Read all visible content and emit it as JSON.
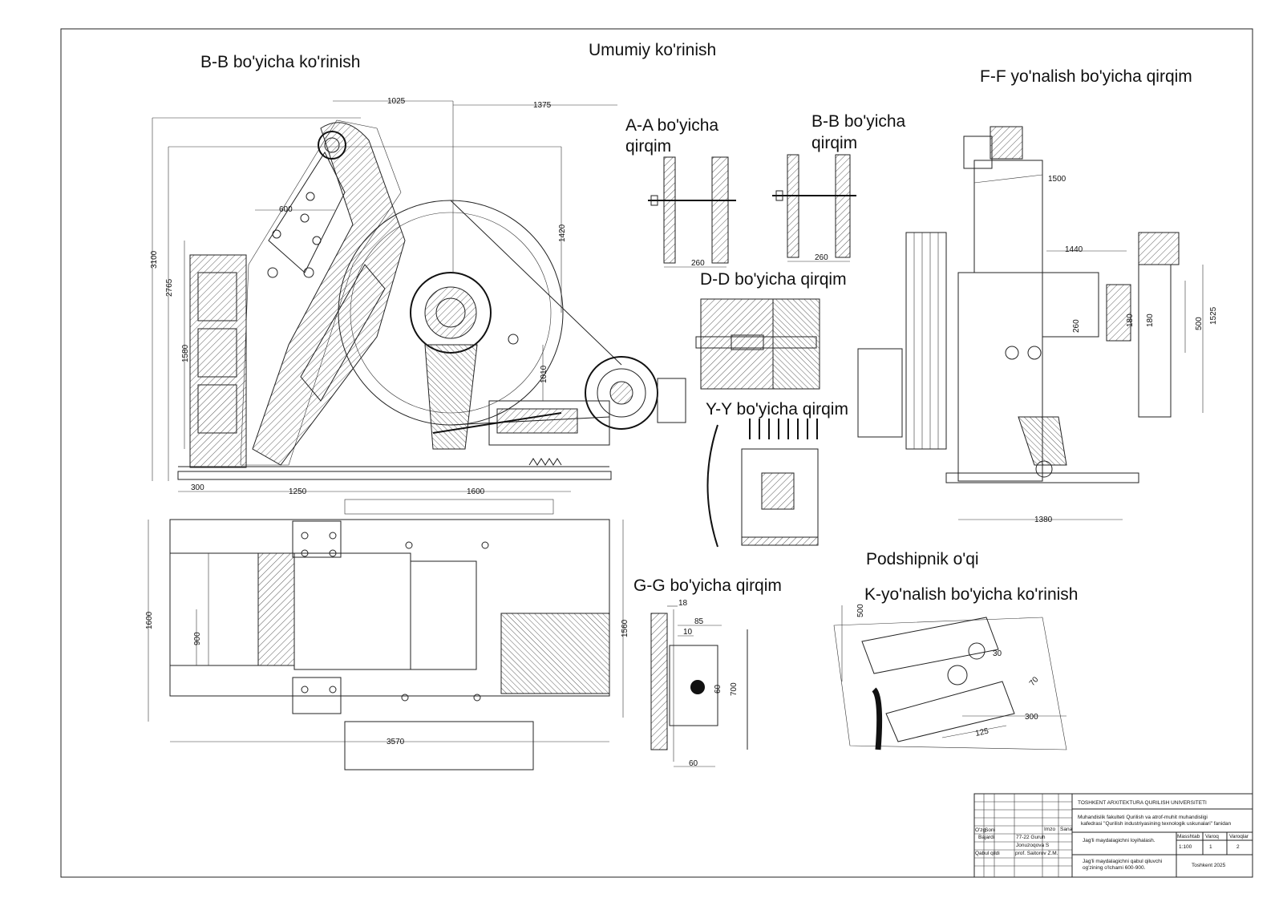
{
  "titles": {
    "general": "Umumiy ko'rinish",
    "view_bb_main": "B-B bo'yicha ko'rinish",
    "section_ff": "F-F yo'nalish bo'yicha qirqim",
    "section_aa_1": "A-A bo'yicha",
    "section_aa_2": "qirqim",
    "section_bb_1": "B-B bo'yicha",
    "section_bb_2": "qirqim",
    "section_dd": "D-D bo'yicha qirqim",
    "section_yy": "Y-Y bo'yicha qirqim",
    "section_gg": "G-G bo'yicha qirqim",
    "bearing_axis": "Podshipnik o'qi",
    "view_k": "K-yo'nalish bo'yicha ko'rinish"
  },
  "dimensions": {
    "d1025": "1025",
    "d1375": "1375",
    "d3100": "3100",
    "d2765": "2765",
    "d600": "600",
    "d1420": "1420",
    "d1580": "1580",
    "d1010": "1010",
    "d300": "300",
    "d1250": "1250",
    "d1600": "1600",
    "d260a": "260",
    "d260b": "260",
    "d1500": "1500",
    "d1440": "1440",
    "d260c": "260",
    "d180a": "180",
    "d180b": "180",
    "d500": "500",
    "d1525": "1525",
    "d1380": "1380",
    "d1600v": "1600",
    "d900": "900",
    "d1560": "1560",
    "d3570": "3570",
    "d18": "18",
    "d85": "85",
    "d10": "10",
    "d60": "60",
    "d700": "700",
    "d60b": "60",
    "d500k": "500",
    "d30": "30",
    "d70": "70",
    "d300k": "300",
    "d125": "125"
  },
  "title_block": {
    "university": "TOSHKENT ARXITEKTURA QURILISH UNIVERSITETI",
    "faculty_line1": "Muhandislik fakulteti   Qurilish va atrof-muhit muhandisligi",
    "faculty_line2": "kafedrasi  \"Qurilish industriyasining texnologik  uskunalari\" fanidan",
    "col_ozg": "O'zg.",
    "col_soni": "Soni",
    "col_imzo": "Imzo",
    "col_sana": "Sana",
    "row1_label": "Bajardi",
    "row1_group": "77-22 Guruh",
    "row2_name": "Jonuzoqova S",
    "row3_label": "Qabul qildi",
    "row3_name": "prof. Saitorov Z.M.",
    "project_title": "Jag'li maydalagichni loyihalash.",
    "scale_label": "Masshtab",
    "sheet_label": "Varoq",
    "sheets_label": "Varoqlar",
    "scale_value": "1:100",
    "sheet_value": "1",
    "sheets_value": "2",
    "subject_line1": "Jag'li maydalagichni qabul qiluvchi",
    "subject_line2": "og'zining o'lchami 600-900.",
    "city_year": "Toshkent 2025"
  }
}
